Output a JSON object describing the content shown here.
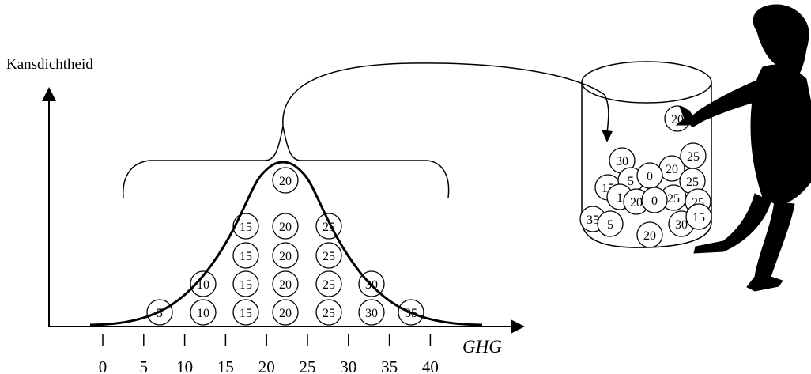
{
  "ylabel": "Kansdichtheid",
  "xlabel": "GHG",
  "ticks": [
    "0",
    "5",
    "10",
    "15",
    "20",
    "25",
    "30",
    "35",
    "40"
  ],
  "histogram_balls": [
    {
      "value": "5",
      "col": 1,
      "row": 1
    },
    {
      "value": "10",
      "col": 2,
      "row": 1
    },
    {
      "value": "10",
      "col": 2,
      "row": 2
    },
    {
      "value": "15",
      "col": 3,
      "row": 1
    },
    {
      "value": "15",
      "col": 3,
      "row": 2
    },
    {
      "value": "15",
      "col": 3,
      "row": 3
    },
    {
      "value": "15",
      "col": 3,
      "row": 4
    },
    {
      "value": "20",
      "col": 4,
      "row": 1
    },
    {
      "value": "20",
      "col": 4,
      "row": 2
    },
    {
      "value": "20",
      "col": 4,
      "row": 3
    },
    {
      "value": "20",
      "col": 4,
      "row": 4
    },
    {
      "value": "20",
      "col": 4,
      "row": 5
    },
    {
      "value": "25",
      "col": 5,
      "row": 1
    },
    {
      "value": "25",
      "col": 5,
      "row": 2
    },
    {
      "value": "25",
      "col": 5,
      "row": 3
    },
    {
      "value": "25",
      "col": 5,
      "row": 4
    },
    {
      "value": "30",
      "col": 6,
      "row": 1
    },
    {
      "value": "30",
      "col": 6,
      "row": 2
    },
    {
      "value": "35",
      "col": 7,
      "row": 1
    }
  ],
  "jar_balls": [
    "20",
    "30",
    "20",
    "25",
    "15",
    "5",
    "0",
    "25",
    "1",
    "25",
    "20",
    "0",
    "25",
    "35",
    "5",
    "20",
    "30",
    "15"
  ]
}
